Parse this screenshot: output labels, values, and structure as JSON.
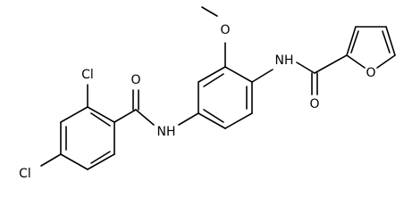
{
  "diagram": {
    "type": "chemical-structure",
    "atoms": {
      "cl_ortho": "Cl",
      "cl_para": "Cl",
      "o_amide1": "O",
      "nh_amide1": "NH",
      "o_methoxy": "O",
      "nh_amide2": "NH",
      "o_amide2": "O",
      "o_furan": "O"
    },
    "colors": {
      "bond": "#000000",
      "label": "#000000",
      "background": "#ffffff"
    }
  }
}
